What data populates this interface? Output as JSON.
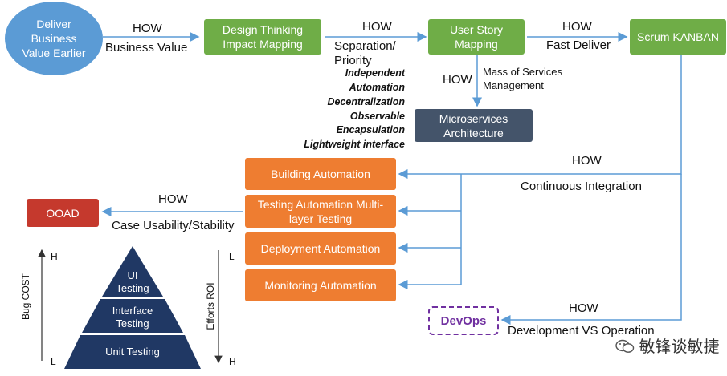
{
  "nodes": {
    "deliver": "Deliver Business Value Earlier",
    "design_thinking": "Design Thinking Impact Mapping",
    "user_story": "User Story Mapping",
    "scrum": "Scrum KANBAN",
    "microservices": "Microservices Architecture",
    "building": "Building Automation",
    "testing": "Testing Automation Multi-layer Testing",
    "deployment": "Deployment Automation",
    "monitoring": "Monitoring Automation",
    "ooad": "OOAD",
    "devops": "DevOps"
  },
  "edges": {
    "how": "HOW",
    "business_value": "Business Value",
    "separation": "Separation/",
    "priority": "Priority",
    "fast_deliver": "Fast Deliver",
    "mass_services_1": "Mass of Services",
    "mass_services_2": "Management",
    "continuous_integration": "Continuous Integration",
    "case_usability": "Case Usability/Stability",
    "dev_vs_ops": "Development VS Operation"
  },
  "principles": [
    "Independent",
    "Automation",
    "Decentralization",
    "Observable",
    "Encapsulation",
    "Lightweight interface"
  ],
  "pyramid": {
    "levels": [
      "UI Testing",
      "Interface Testing",
      "Unit Testing"
    ],
    "left_axis": {
      "label": "Bug COST",
      "top": "H",
      "bottom": "L"
    },
    "right_axis": {
      "label": "Efforts ROI",
      "top": "L",
      "bottom": "H"
    }
  },
  "watermark": "敏锋谈敏捷",
  "colors": {
    "green": "#6fad47",
    "orange": "#ee7d31",
    "slate": "#44546a",
    "red": "#c5392d",
    "blue_circle": "#5b9bd5",
    "devops_purple": "#7030a0",
    "pyramid": "#203864",
    "arrows": "#5b9bd5"
  }
}
